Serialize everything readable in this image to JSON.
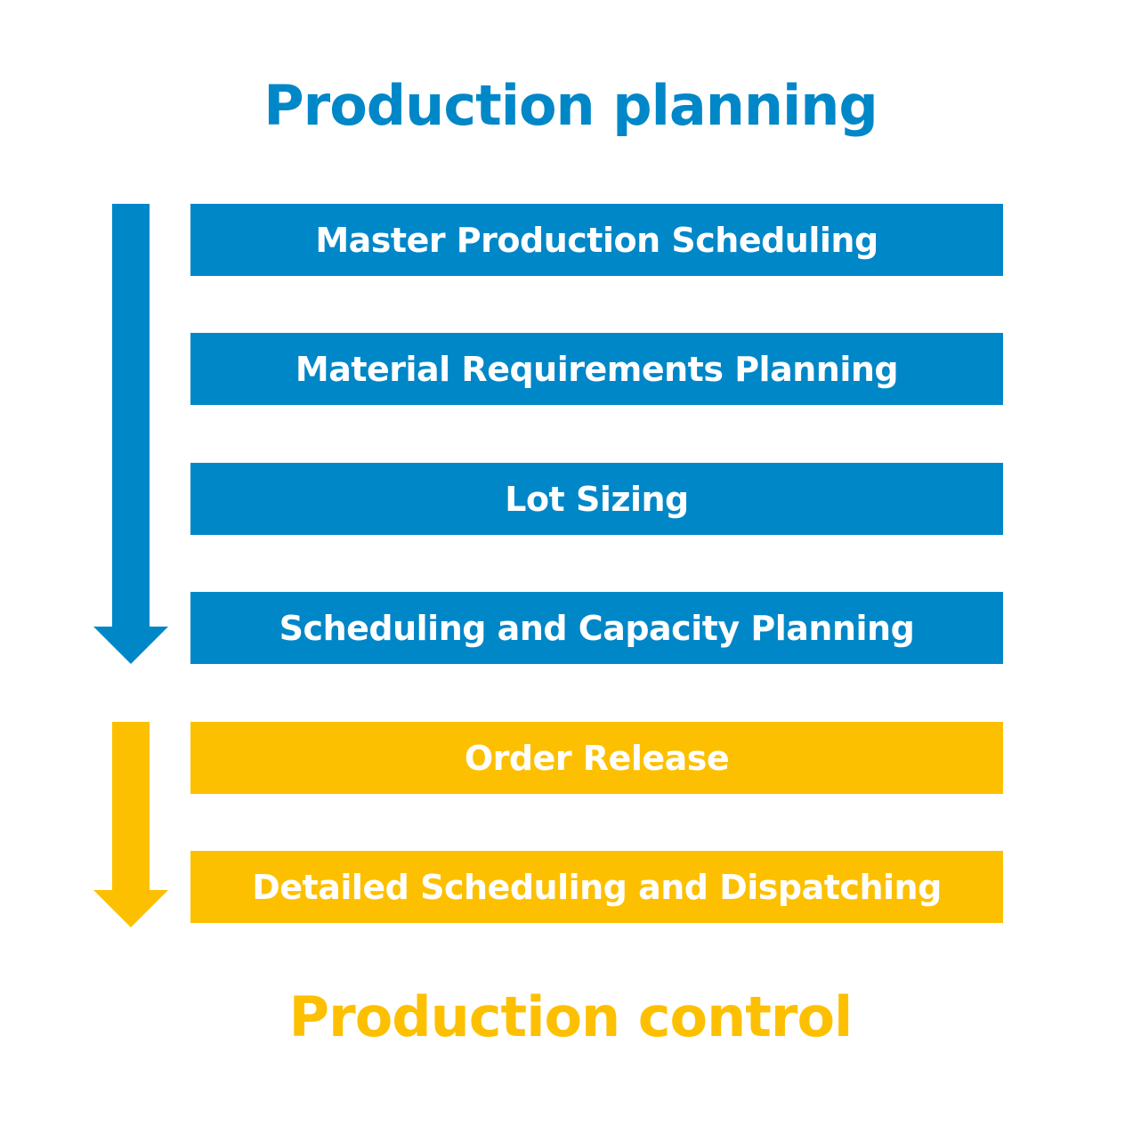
{
  "colors": {
    "planning": "#0087C8",
    "control": "#FDC000",
    "text_on_box": "#FFFFFF"
  },
  "titles": {
    "planning": "Production planning",
    "control": "Production control"
  },
  "planning_steps": [
    {
      "label": "Master Production Scheduling"
    },
    {
      "label": "Material Requirements Planning"
    },
    {
      "label": "Lot Sizing"
    },
    {
      "label": "Scheduling and Capacity Planning"
    }
  ],
  "control_steps": [
    {
      "label": "Order Release"
    },
    {
      "label": "Detailed Scheduling and Dispatching"
    }
  ],
  "arrows": [
    {
      "name": "planning-flow",
      "direction": "down",
      "color": "#0087C8"
    },
    {
      "name": "control-flow",
      "direction": "down",
      "color": "#FDC000"
    }
  ]
}
